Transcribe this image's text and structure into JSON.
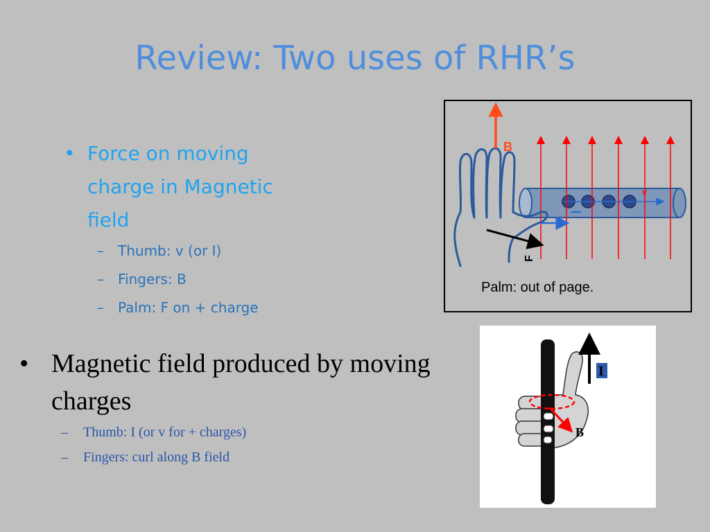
{
  "slide": {
    "title": "Review: Two uses of RHR’s",
    "bullet1": {
      "bullet": "•",
      "text": "Force on moving charge in Magnetic field",
      "subs": [
        {
          "dash": "–",
          "text": "Thumb: v (or I)"
        },
        {
          "dash": "–",
          "text": "Fingers: B"
        },
        {
          "dash": "–",
          "text": "Palm: F on + charge"
        }
      ]
    },
    "bullet2": {
      "bullet": "•",
      "text": "Magnetic field produced by moving charges",
      "subs": [
        {
          "dash": "–",
          "text": "Thumb: I (or v for + charges)"
        },
        {
          "dash": "–",
          "text": "Fingers: curl along B field"
        }
      ]
    }
  },
  "figure1": {
    "label_b": "B",
    "label_v": "v",
    "label_f": "F",
    "caption": "Palm: out of page.",
    "colors": {
      "field": "#ff0000",
      "hand": "#2a5a9a",
      "b_arrow": "#ff4a1a",
      "charge": "#2c4a8a"
    }
  },
  "figure2": {
    "label_i": "I",
    "label_b": "B",
    "colors": {
      "wire": "#000000",
      "hand": "#d4d4d4",
      "curl": "#ff0000",
      "i_box": "#2a5aa8"
    }
  }
}
